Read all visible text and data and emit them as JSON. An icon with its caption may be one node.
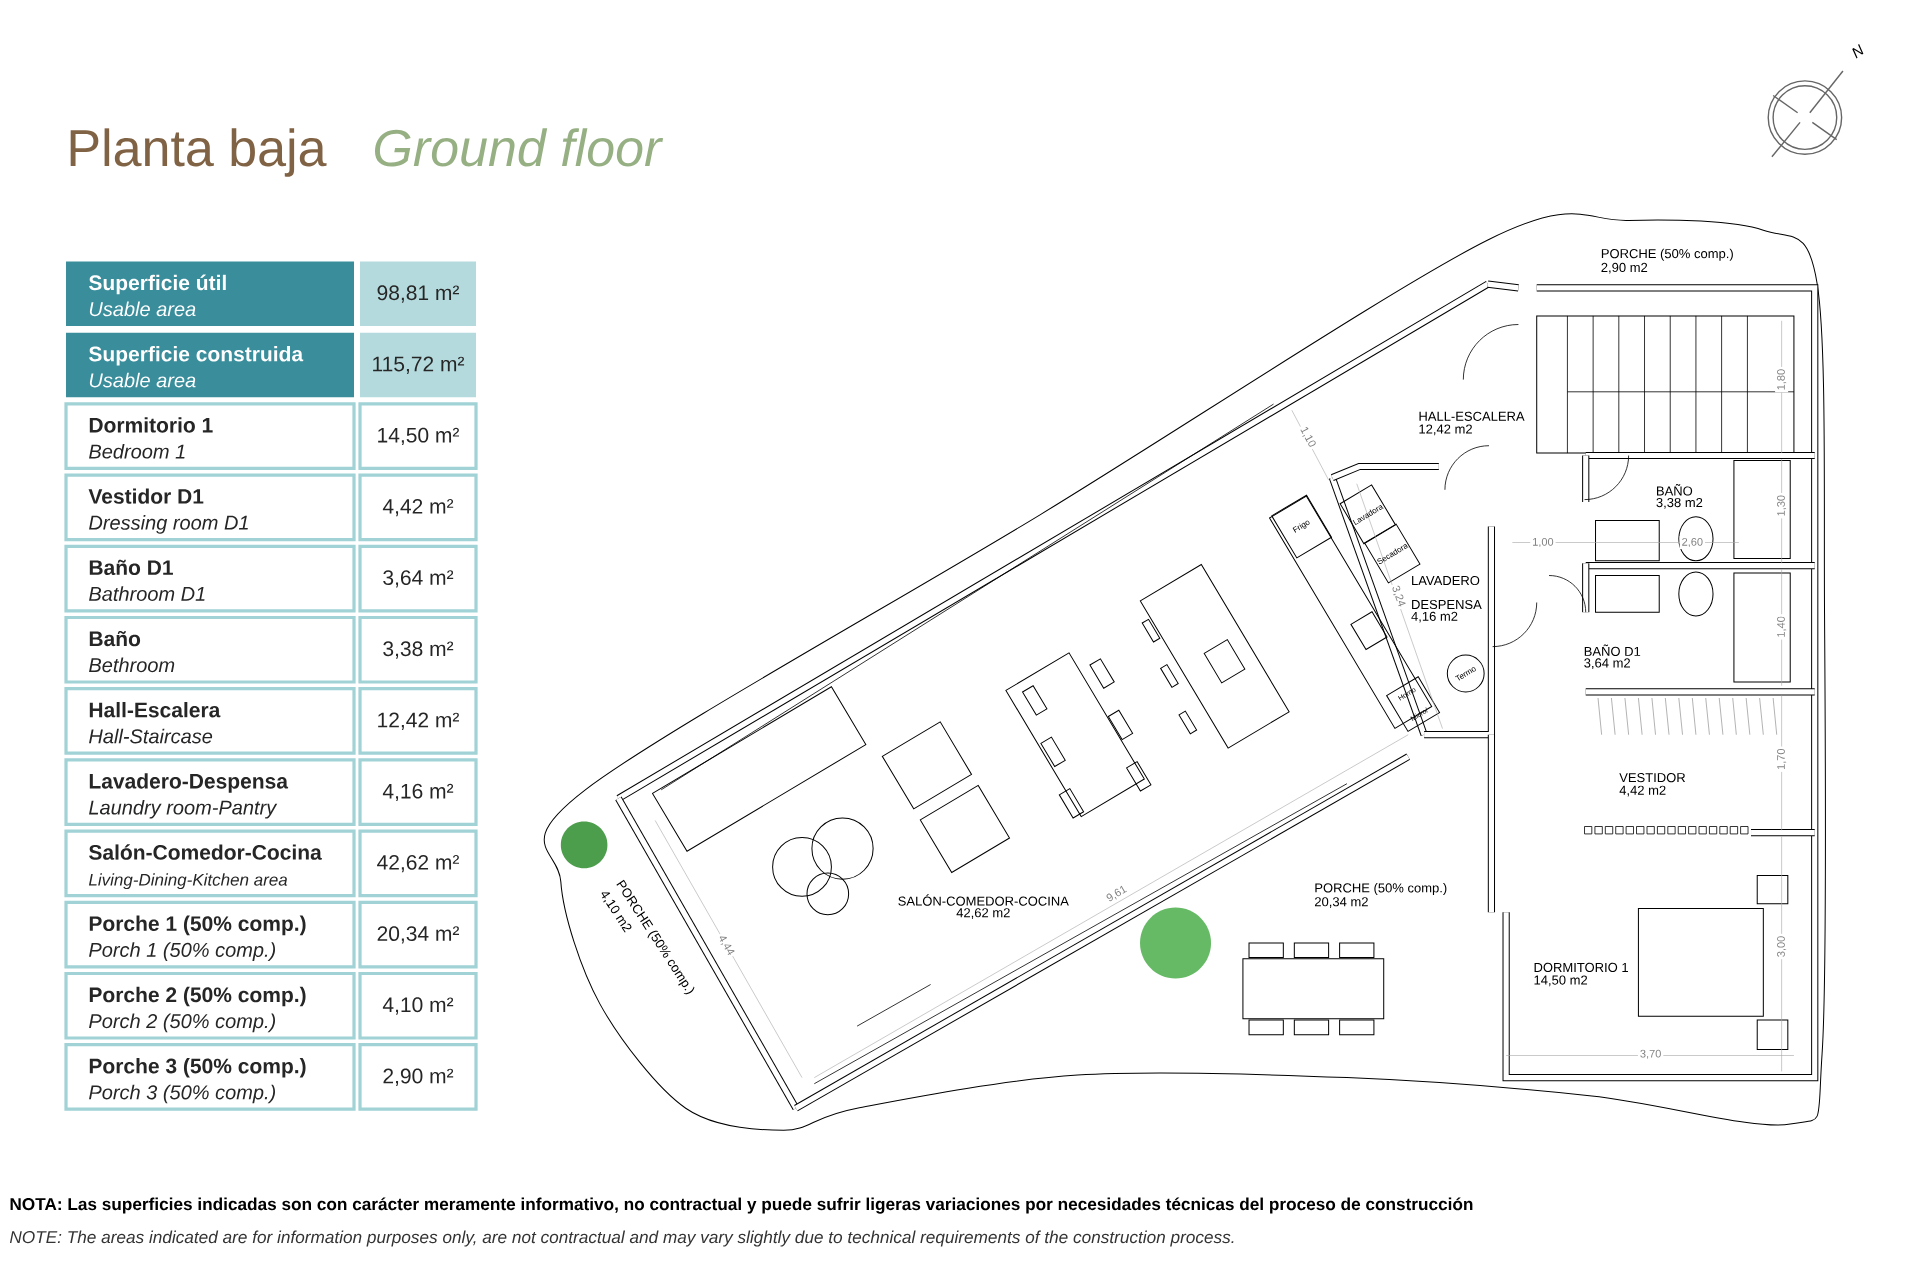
{
  "diagram": {
    "title": "Planta baja",
    "labels": [
      "Ground floor",
      "Superficie útil",
      "Usable area",
      "98,81 m²",
      "Superficie construida",
      "Usable area",
      "115,72 m²",
      "Dormitorio 1",
      "Bedroom 1",
      "14,50 m²",
      "Vestidor D1",
      "Dressing room D1",
      "4,42 m²",
      "Baño D1",
      "Bathroom D1",
      "3,64 m²",
      "Baño",
      "Bethroom",
      "3,38 m²",
      "Hall-Escalera",
      "Hall-Staircase",
      "12,42 m²",
      "Lavadero-Despensa",
      "Laundry room-Pantry",
      "4,16 m²",
      "Salón-Comedor-Cocina",
      "Living-Dining-Kitchen area",
      "42,62 m²",
      "Porche 1 (50% comp.)",
      "Porch 1 (50% comp.)",
      "20,34 m²",
      "Porche 2 (50% comp.)",
      "Porch 2 (50% comp.)",
      "4,10 m²",
      "Porche 3 (50% comp.)",
      "Porch 3 (50% comp.)",
      "2,90 m²",
      "NOTA: Las superficies indicadas son con carácter meramente informativo, no contractual y puede sufrir ligeras variaciones por necesidades técnicas del proceso de construcción",
      "NOTE: The areas indicated are for information purposes only, are not contractual and may vary slightly due to technical requirements of the construction process.",
      "N",
      "PORCHE (50% comp.)",
      "2,90 m2",
      "HALL-ESCALERA",
      "12,42 m2",
      "1,80",
      "BAÑO",
      "3,38 m2",
      "1,30",
      "1,00",
      "2,60",
      "Frigo",
      "Lavadora",
      "Secadora",
      "1,10",
      "LAVADERO DESPENSA",
      "4,16 m2",
      "3,24",
      "1,40",
      "BAÑO D1",
      "3,64 m2",
      "Termo",
      "Horno Micro/",
      "1,70",
      "VESTIDOR",
      "4,42 m2",
      "PORCHE (50% comp.)",
      "4,10 m2",
      "SALÓN-COMEDOR-COCINA",
      "42,62 m2",
      "9,61",
      "PORCHE (50% comp.)",
      "20,34 m2",
      "4,44",
      "3,00",
      "DORMITORIO 1",
      "14,50 m2",
      "3,70"
    ]
  }
}
